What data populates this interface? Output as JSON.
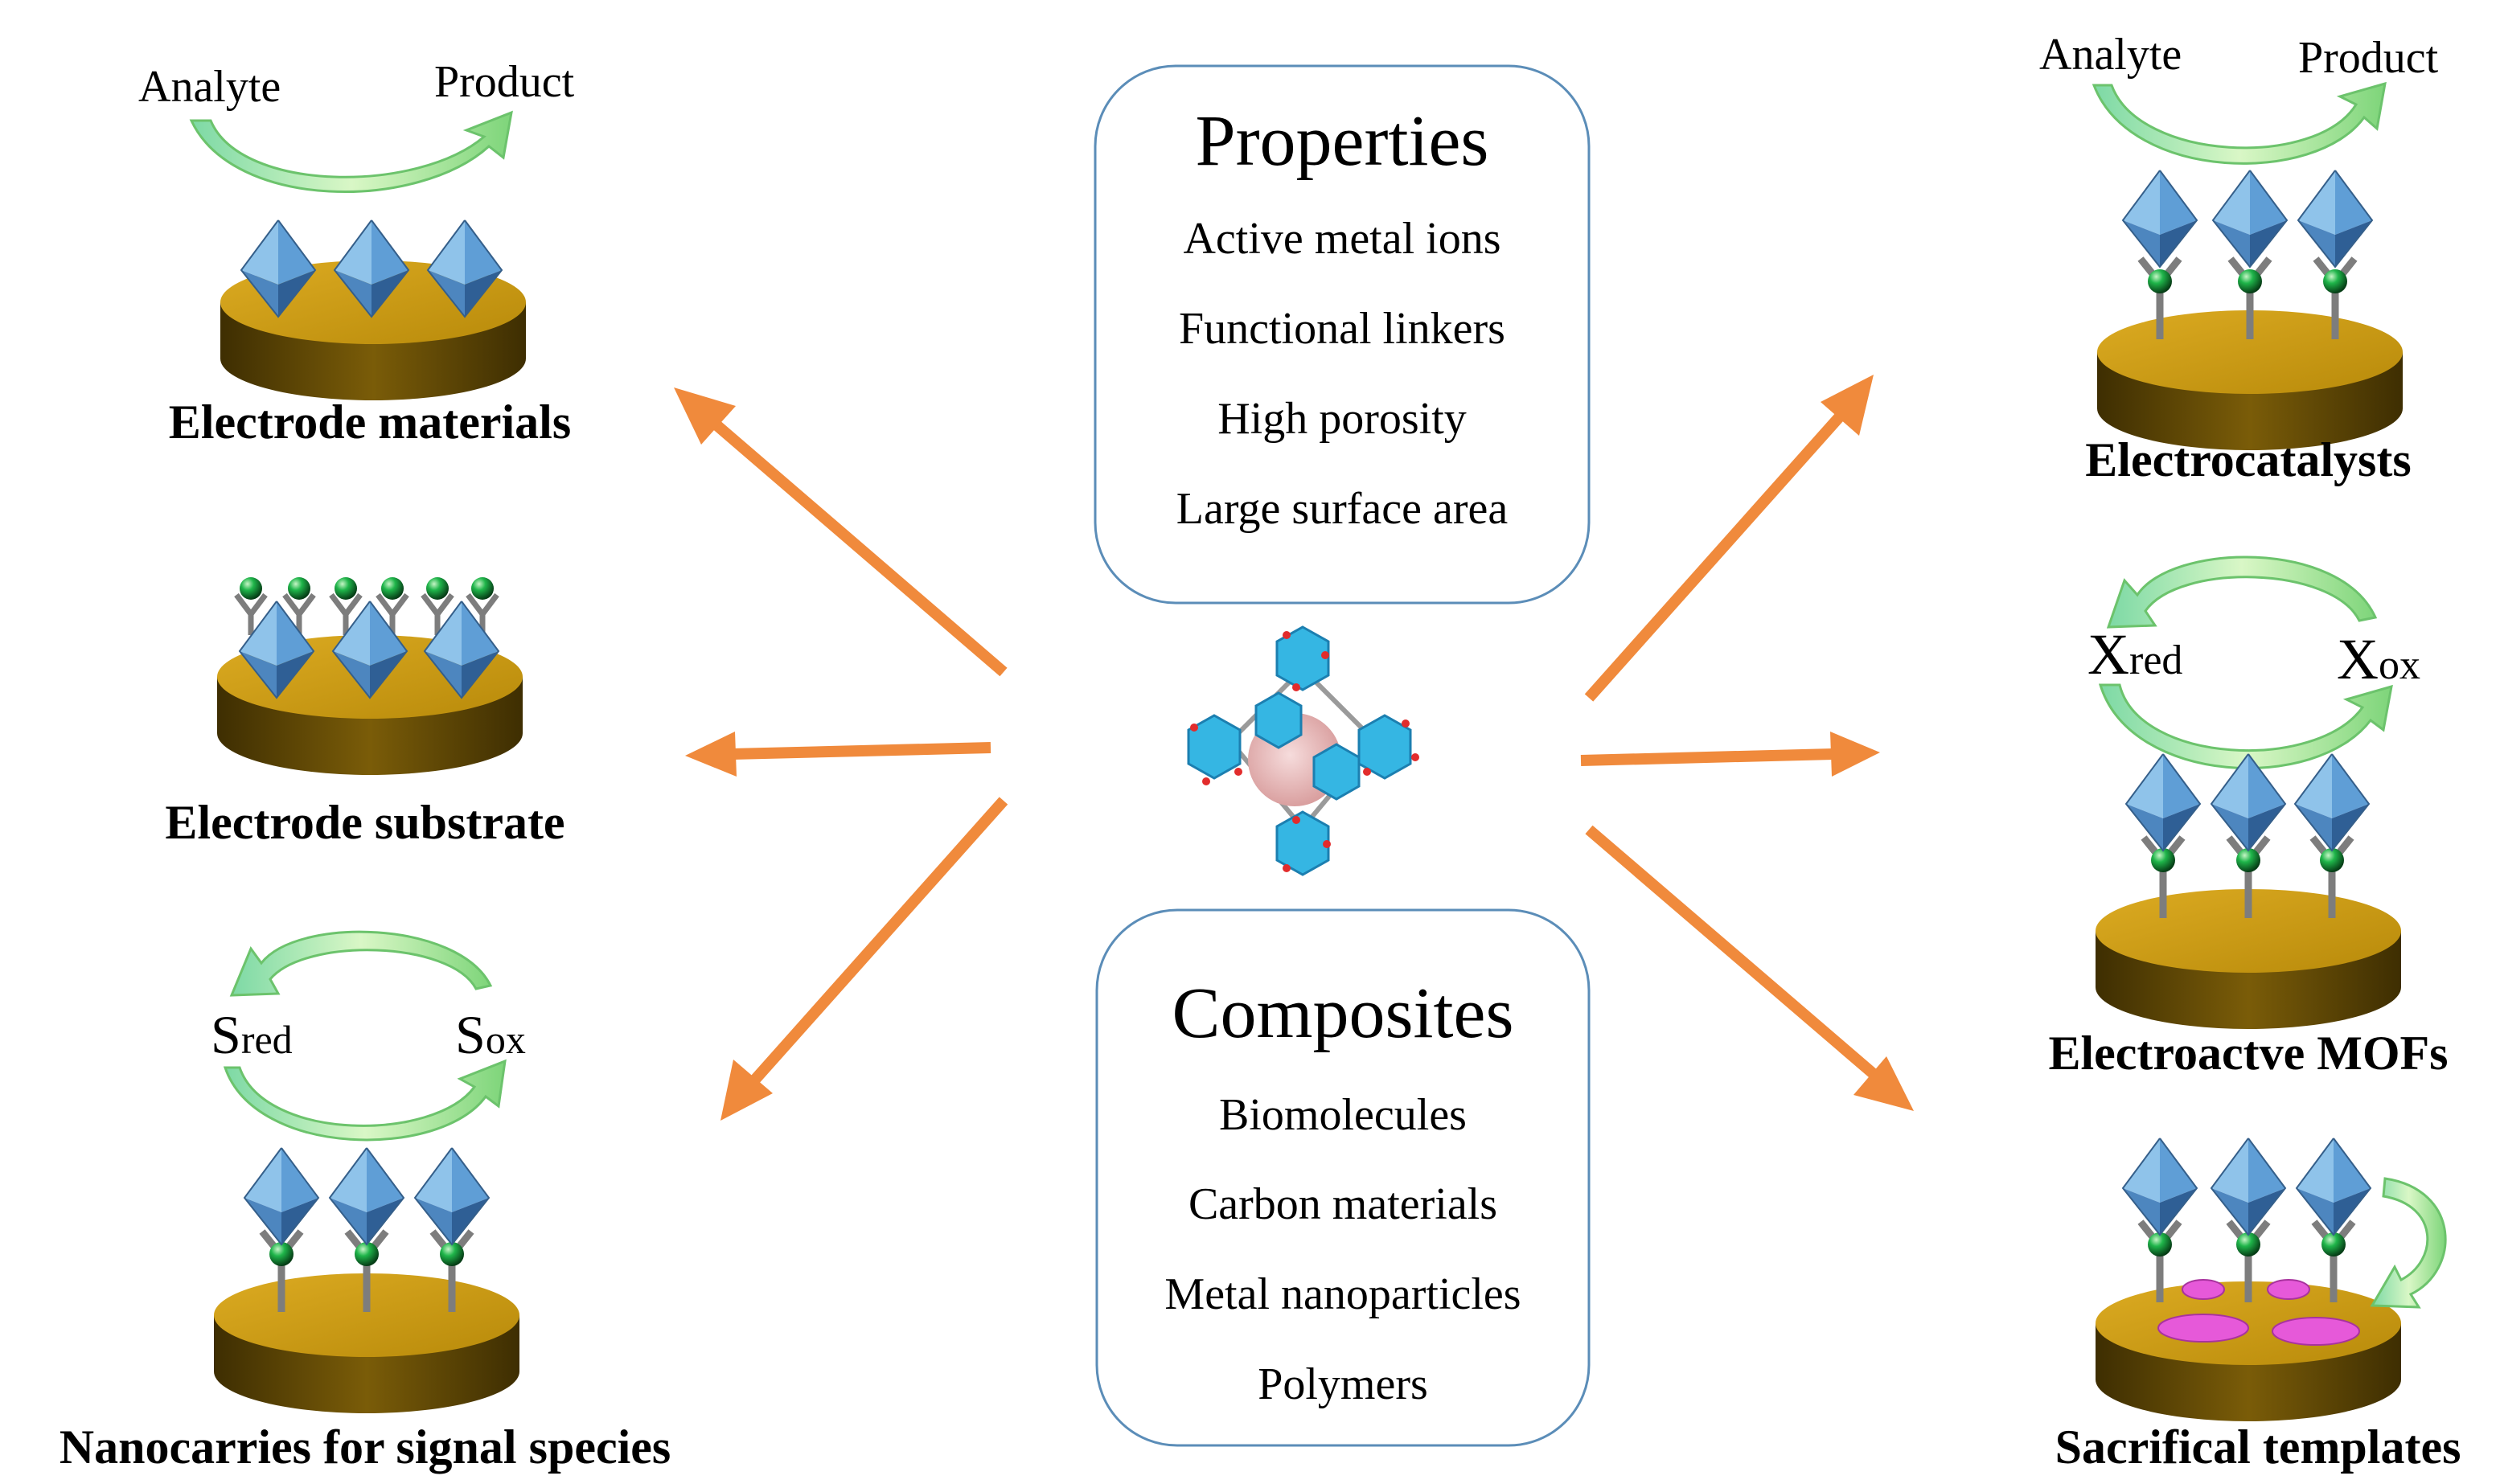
{
  "center_boxes": {
    "properties": {
      "title": "Properties",
      "items": [
        "Active metal ions",
        "Functional linkers",
        "High porosity",
        "Large surface area"
      ]
    },
    "composites": {
      "title": "Composites",
      "items": [
        "Biomolecules",
        "Carbon materials",
        "Metal nanoparticles",
        "Polymers"
      ]
    }
  },
  "left": {
    "electrode_materials": {
      "label": "Electrode materials",
      "analyte": "Analyte",
      "product": "Product"
    },
    "electrode_substrate": {
      "label": "Electrode substrate"
    },
    "nanocarries": {
      "label": "Nanocarries for signal species",
      "s_red_main": "S",
      "s_red_sub": "red",
      "s_ox_main": "S",
      "s_ox_sub": "ox"
    }
  },
  "right": {
    "electrocatalysts": {
      "label": "Electrocatalysts",
      "analyte": "Analyte",
      "product": "Product"
    },
    "electroactive_mofs": {
      "label": "Electroactve MOFs",
      "x_red_main": "X",
      "x_red_sub": "red",
      "x_ox_main": "X",
      "x_ox_sub": "ox"
    },
    "sacrificial_templates": {
      "label": "Sacrifical templates"
    }
  },
  "colors": {
    "arrow": "#f08a3c",
    "disk_top": "#c9960e",
    "disk_side": "#6b4f05",
    "octahedron_light": "#8fc3ea",
    "octahedron_dark": "#4d86bf",
    "linker": "#7d7d7d",
    "sphere": "#16a34a",
    "curve_arrow": "#7fd884",
    "box_border": "#5b8db8",
    "pink": "#e659d9",
    "mof_cluster": "#35b6e3"
  }
}
